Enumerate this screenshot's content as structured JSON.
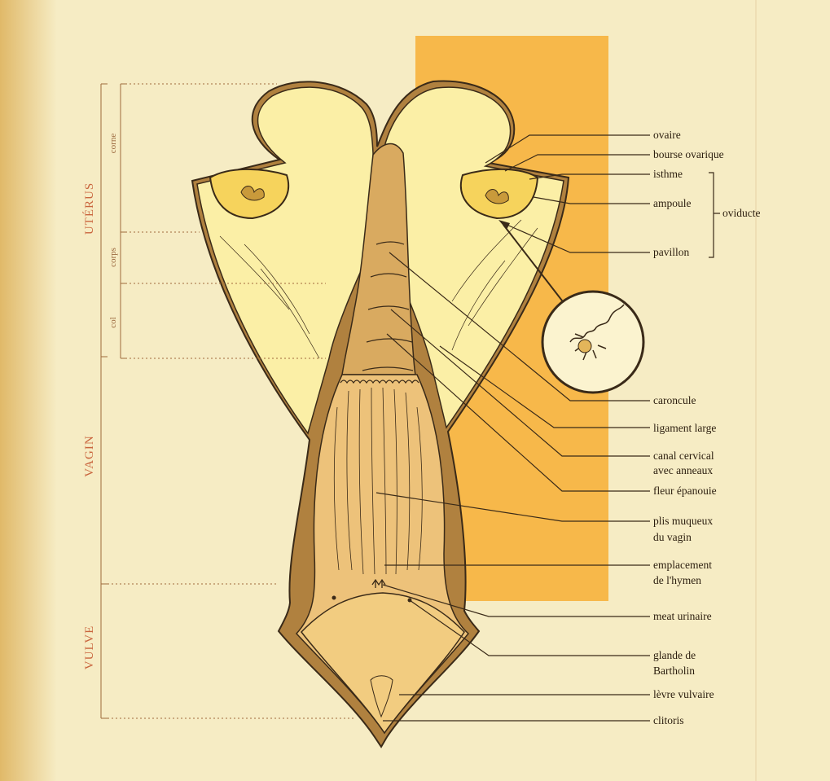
{
  "regions": {
    "uterus": "UTÉRUS",
    "corne": "corne",
    "corps": "corps",
    "col": "col",
    "vagin": "VAGIN",
    "vulve": "VULVE"
  },
  "labels": {
    "ovaire": "ovaire",
    "bourse_ovarique": "bourse ovarique",
    "isthme": "isthme",
    "ampoule": "ampoule",
    "oviducte": "oviducte",
    "pavillon": "pavillon",
    "caroncule": "caroncule",
    "ligament_large": "ligament large",
    "canal_cervical_1": "canal cervical",
    "canal_cervical_2": "avec anneaux",
    "fleur_epanouie": "fleur épanouie",
    "plis_muqueux_1": "plis muqueux",
    "plis_muqueux_2": "du vagin",
    "emplacement_1": "emplacement",
    "emplacement_2": "de l'hymen",
    "meat_urinaire": "meat urinaire",
    "glande_1": "glande de",
    "glande_2": "Bartholin",
    "levre_vulvaire": "lèvre vulvaire",
    "clitoris": "clitoris"
  },
  "colors": {
    "page": "#f6ecc4",
    "accent_band": "#f7b84a",
    "organ_light": "#fbefa6",
    "organ_tan": "#edc27a",
    "organ_dark": "#b0813f",
    "region_text": "#c9653e",
    "ink": "#3a2a18"
  }
}
